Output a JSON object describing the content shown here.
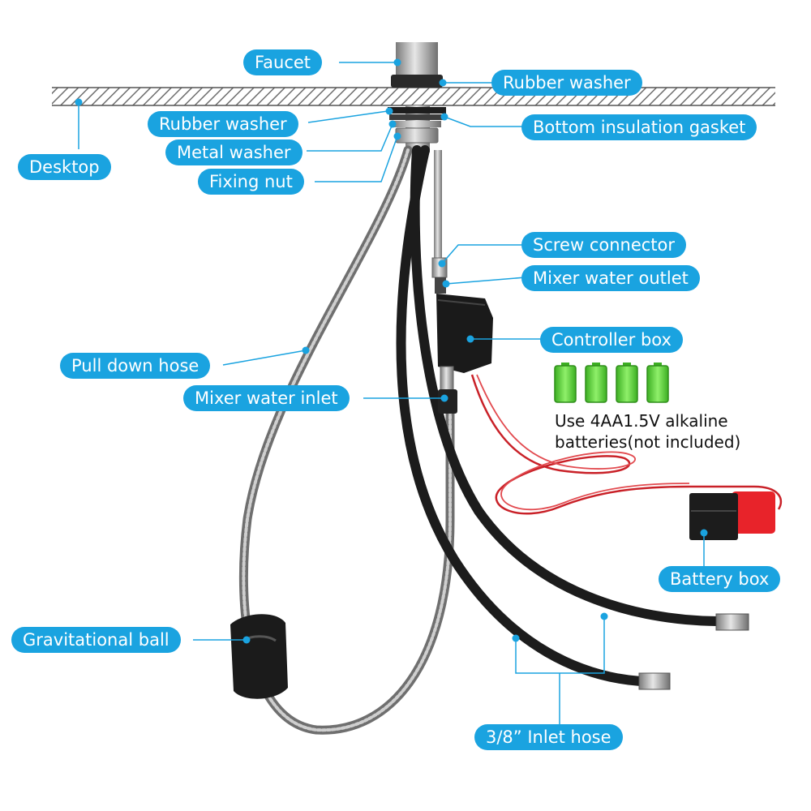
{
  "colors": {
    "label_bg": "#1aa3e0",
    "leader": "#1aa3e0",
    "hose_black": "#1c1c1c",
    "braided_hose": "#8c8c8c",
    "wire_red": "#d0212a",
    "battery_green": "#5fd43a",
    "battery_box_red": "#e8232a"
  },
  "labels": {
    "faucet": "Faucet",
    "rubber_washer_top": "Rubber washer",
    "desktop": "Desktop",
    "rubber_washer_bottom": "Rubber washer",
    "bottom_insulation_gasket": "Bottom insulation gasket",
    "metal_washer": "Metal washer",
    "fixing_nut": "Fixing nut",
    "screw_connector": "Screw connector",
    "mixer_water_outlet": "Mixer water outlet",
    "controller_box": "Controller box",
    "pull_down_hose": "Pull down hose",
    "mixer_water_inlet": "Mixer water inlet",
    "battery_box": "Battery box",
    "gravitational_ball": "Gravitational ball",
    "inlet_hose": "3/8”  Inlet hose"
  },
  "battery_note": {
    "line1": "Use 4AA1.5V alkaline",
    "line2": "batteries(not included)"
  },
  "icons": [
    "battery-icon",
    "battery-icon",
    "battery-icon",
    "battery-icon"
  ]
}
